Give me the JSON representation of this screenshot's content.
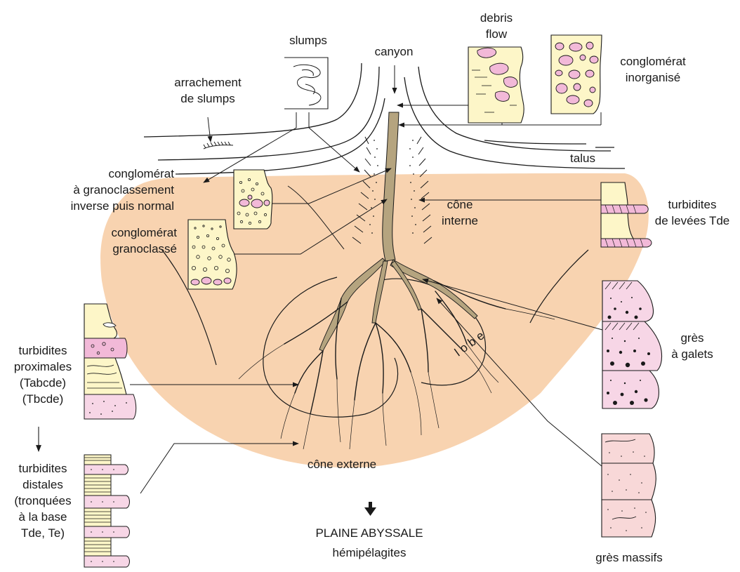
{
  "labels": {
    "slumps": "slumps",
    "canyon": "canyon",
    "debris_flow": [
      "debris",
      "flow"
    ],
    "conglomerat_inorganise": [
      "conglomérat",
      "inorganisé"
    ],
    "arrachement": [
      "arrachement",
      "de slumps"
    ],
    "talus": "talus",
    "congl_inverse": [
      "conglomérat",
      "à granoclassement",
      "inverse puis normal"
    ],
    "congl_granoclasse": [
      "conglomérat",
      "granoclassé"
    ],
    "turb_levees": [
      "turbidites",
      "de levées Tde"
    ],
    "cone_interne": [
      "cône",
      "interne"
    ],
    "gres_galets": [
      "grès",
      "à galets"
    ],
    "turb_proximales": [
      "turbidites",
      "proximales",
      "(Tabcde)",
      "(Tbcde)"
    ],
    "turb_distales": [
      "turbidites",
      "distales",
      "(tronquées",
      "à la base",
      "Tde, Te)"
    ],
    "lobe": "lobe",
    "cone_externe": "cône externe",
    "plaine": "PLAINE ABYSSALE",
    "hemipelagites": "hémipélagites",
    "gres_massifs": "grès massifs"
  },
  "colors": {
    "fan": "#f8d3b0",
    "sandstone_cream": "#fdf6c8",
    "pebble_pink": "#f2b9d8",
    "pink_bed": "#f7d6e6",
    "massive_sand": "#f8d8d8",
    "channel": "#b5a47f",
    "ink": "#1a1a1a"
  },
  "icons": [
    "arrow-down-icon"
  ]
}
